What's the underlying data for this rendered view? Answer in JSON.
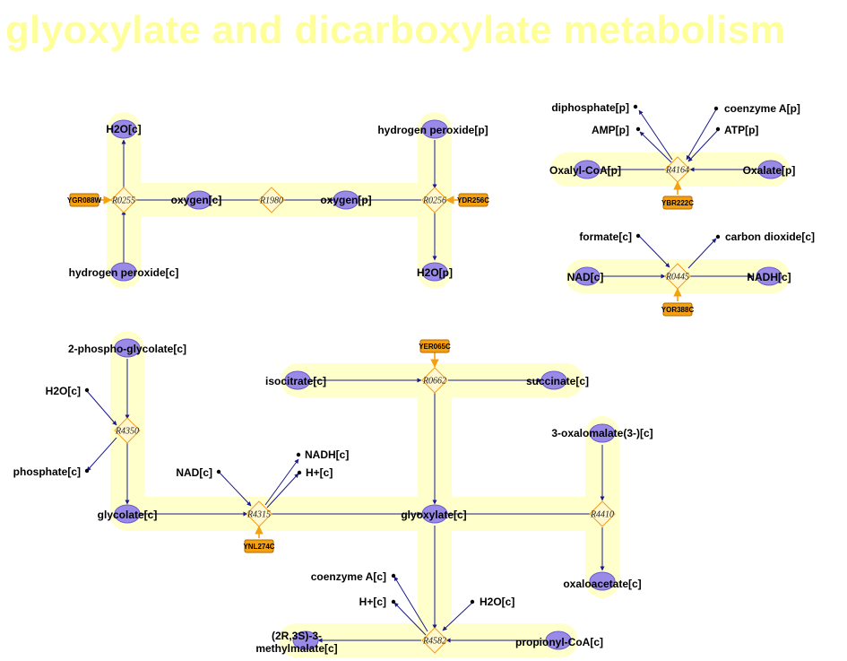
{
  "title": "glyoxylate and dicarboxylate metabolism",
  "colors": {
    "title": "#ffff99",
    "highlight": "#ffffcc",
    "metabolite_fill": "#9a8ae8",
    "metabolite_stroke": "#6a5acd",
    "edge": "#1a1a8c",
    "reaction_fill": "#fff8d0",
    "reaction_stroke": "#f0a020",
    "gene_fill": "#f5a010",
    "gene_stroke": "#b06a00",
    "gene_edge": "#f5a010"
  },
  "metabolites": {
    "h2o_c_top": "H2O[c]",
    "hydrogen_peroxide_p": "hydrogen peroxide[p]",
    "oxygen_c": "oxygen[c]",
    "oxygen_p": "oxygen[p]",
    "hydrogen_peroxide_c": "hydrogen peroxide[c]",
    "h2o_p": "H2O[p]",
    "diphosphate_p": "diphosphate[p]",
    "coenzyme_a_p": "coenzyme A[p]",
    "amp_p": "AMP[p]",
    "atp_p": "ATP[p]",
    "oxalyl_coa_p": "Oxalyl-CoA[p]",
    "oxalate_p": "Oxalate[p]",
    "formate_c": "formate[c]",
    "carbon_dioxide_c": "carbon dioxide[c]",
    "nad_c_r0445": "NAD[c]",
    "nadh_c_r0445": "NADH[c]",
    "phosphoglycolate_c": "2-phospho-glycolate[c]",
    "h2o_c_r4350": "H2O[c]",
    "phosphate_c": "phosphate[c]",
    "glycolate_c": "glycolate[c]",
    "isocitrate_c": "isocitrate[c]",
    "succinate_c": "succinate[c]",
    "nadh_c_r4315": "NADH[c]",
    "h_c_r4315": "H+[c]",
    "nad_c_r4315": "NAD[c]",
    "glyoxylate_c": "glyoxylate[c]",
    "oxalomalate_c": "3-oxalomalate(3-)[c]",
    "oxaloacetate_c": "oxaloacetate[c]",
    "coenzyme_a_c": "coenzyme A[c]",
    "h_c_r4582": "H+[c]",
    "h2o_c_r4582": "H2O[c]",
    "methylmalate_c_line1": "(2R,3S)-3-",
    "methylmalate_c_line2": "methylmalate[c]",
    "propionyl_coa_c": "propionyl-CoA[c]"
  },
  "reactions": {
    "R0255": "R0255",
    "R1980": "R1980",
    "R0256": "R0256",
    "R4164": "R4164",
    "R0445": "R0445",
    "R4350": "R4350",
    "R0662": "R0662",
    "R4315": "R4315",
    "R4410": "R4410",
    "R4582": "R4582"
  },
  "genes": {
    "YGR088W": "YGR088W",
    "YDR256C": "YDR256C",
    "YBR222C": "YBR222C",
    "YOR388C": "YOR388C",
    "YER065C": "YER065C",
    "YNL274C": "YNL274C"
  }
}
